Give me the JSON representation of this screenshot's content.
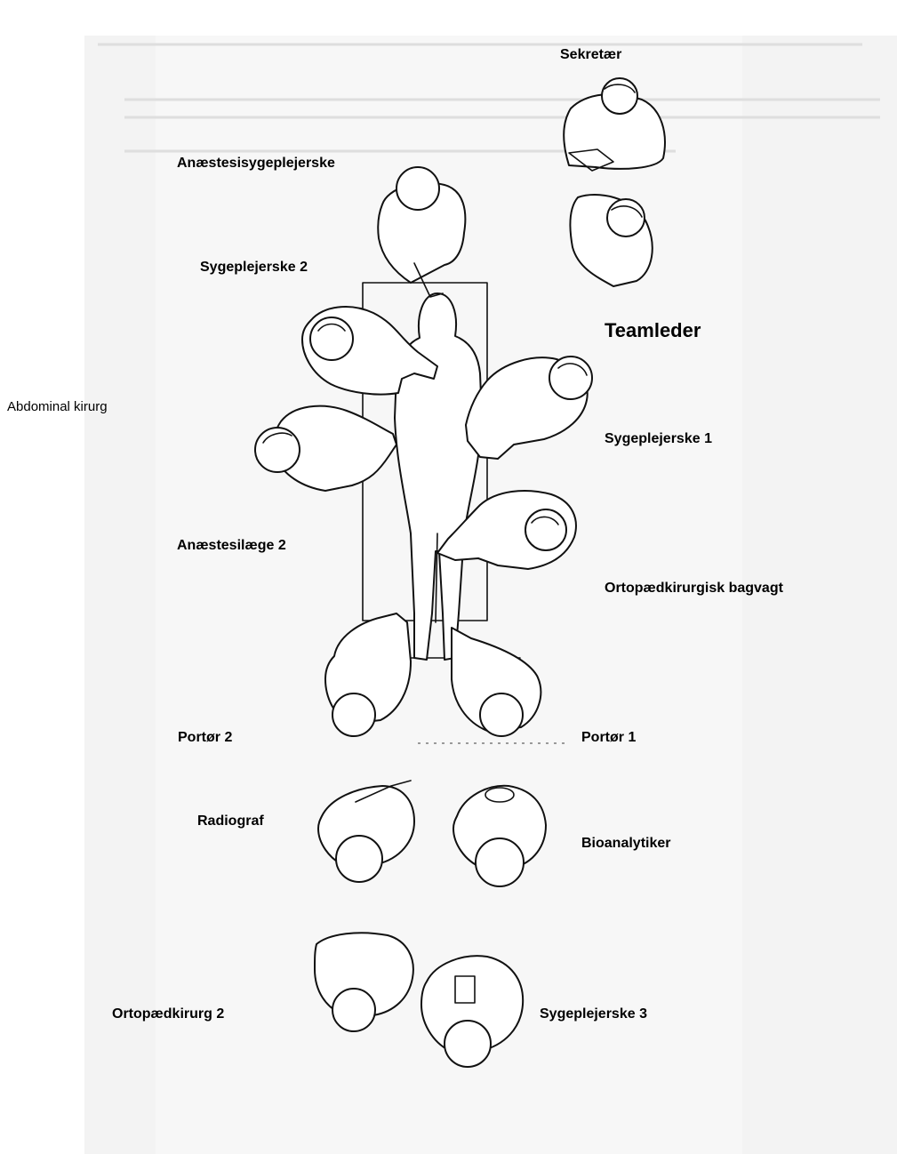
{
  "labels": {
    "sekretaer": "Sekretær",
    "anaestesisygeplejerske": "Anæstesisygeplejerske",
    "sygeplejerske2": "Sygeplejerske 2",
    "teamleder": "Teamleder",
    "abdominal_kirurg": "Abdominal kirurg",
    "sygeplejerske1": "Sygeplejerske 1",
    "anaestesilaege2": "Anæstesilæge 2",
    "ortopaedkirurgisk_bagvagt": "Ortopædkirurgisk bagvagt",
    "portoer2": "Portør 2",
    "portoer1": "Portør 1",
    "radiograf": "Radiograf",
    "bioanalytiker": "Bioanalytiker",
    "ortopaedkirurg2": "Ortopædkirurg 2",
    "sygeplejerske3": "Sygeplejerske 3"
  },
  "colors": {
    "background": "#ffffff",
    "paper": "#f2f2f2",
    "line": "#111111",
    "text": "#000000"
  }
}
